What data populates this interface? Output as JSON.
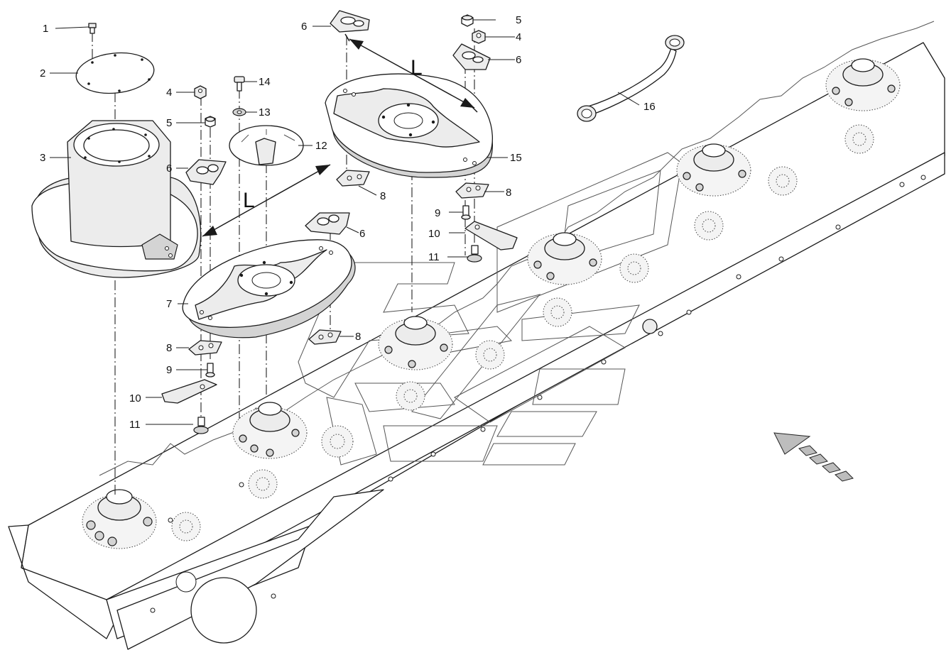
{
  "diagram": {
    "callouts": [
      {
        "id": "c1",
        "text": "1"
      },
      {
        "id": "c2",
        "text": "2"
      },
      {
        "id": "c3",
        "text": "3"
      },
      {
        "id": "c4a",
        "text": "4"
      },
      {
        "id": "c5a",
        "text": "5"
      },
      {
        "id": "c6a",
        "text": "6"
      },
      {
        "id": "c14",
        "text": "14"
      },
      {
        "id": "c13",
        "text": "13"
      },
      {
        "id": "c12",
        "text": "12"
      },
      {
        "id": "c6b",
        "text": "6"
      },
      {
        "id": "c5b",
        "text": "5"
      },
      {
        "id": "c4b",
        "text": "4"
      },
      {
        "id": "c6c",
        "text": "6"
      },
      {
        "id": "c16",
        "text": "16"
      },
      {
        "id": "c15",
        "text": "15"
      },
      {
        "id": "c8a",
        "text": "8"
      },
      {
        "id": "c8b",
        "text": "8"
      },
      {
        "id": "c9a",
        "text": "9"
      },
      {
        "id": "c10a",
        "text": "10"
      },
      {
        "id": "c11a",
        "text": "11"
      },
      {
        "id": "c6d",
        "text": "6"
      },
      {
        "id": "c7",
        "text": "7"
      },
      {
        "id": "c8c",
        "text": "8"
      },
      {
        "id": "c8d",
        "text": "8"
      },
      {
        "id": "c9b",
        "text": "9"
      },
      {
        "id": "c10b",
        "text": "10"
      },
      {
        "id": "c11b",
        "text": "11"
      }
    ],
    "dimension_labels": [
      {
        "id": "Lupper",
        "text": "L"
      },
      {
        "id": "Llower",
        "text": "L"
      }
    ]
  }
}
